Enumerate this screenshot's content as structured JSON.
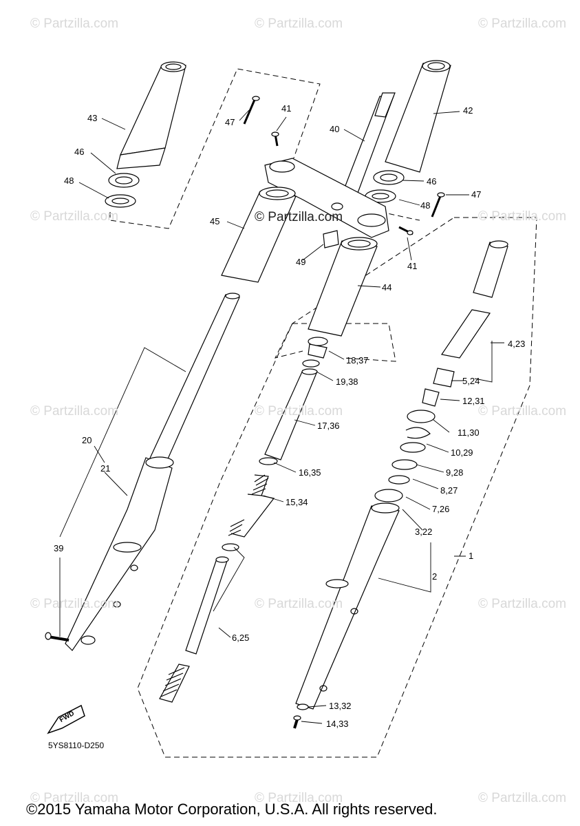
{
  "watermark": "© Partzilla.com",
  "center_watermark": "© Partzilla.com",
  "diagram_code": "5YS8110-D250",
  "fwd_label": "FWD",
  "copyright": "©2015 Yamaha Motor Corporation, U.S.A. All rights reserved.",
  "labels": [
    {
      "id": "43",
      "text": "43"
    },
    {
      "id": "46a",
      "text": "46"
    },
    {
      "id": "48a",
      "text": "48"
    },
    {
      "id": "47a",
      "text": "47"
    },
    {
      "id": "41a",
      "text": "41"
    },
    {
      "id": "40",
      "text": "40"
    },
    {
      "id": "42",
      "text": "42"
    },
    {
      "id": "46b",
      "text": "46"
    },
    {
      "id": "47b",
      "text": "47"
    },
    {
      "id": "48b",
      "text": "48"
    },
    {
      "id": "45",
      "text": "45"
    },
    {
      "id": "49",
      "text": "49"
    },
    {
      "id": "41b",
      "text": "41"
    },
    {
      "id": "44",
      "text": "44"
    },
    {
      "id": "4_23",
      "text": "4,23"
    },
    {
      "id": "18_37",
      "text": "18,37"
    },
    {
      "id": "5_24",
      "text": "5,24"
    },
    {
      "id": "19_38",
      "text": "19,38"
    },
    {
      "id": "12_31",
      "text": "12,31"
    },
    {
      "id": "17_36",
      "text": "17,36"
    },
    {
      "id": "11_30",
      "text": "11,30"
    },
    {
      "id": "10_29",
      "text": "10,29"
    },
    {
      "id": "20",
      "text": "20"
    },
    {
      "id": "21",
      "text": "21"
    },
    {
      "id": "16_35",
      "text": "16,35"
    },
    {
      "id": "9_28",
      "text": "9,28"
    },
    {
      "id": "8_27",
      "text": "8,27"
    },
    {
      "id": "15_34",
      "text": "15,34"
    },
    {
      "id": "7_26",
      "text": "7,26"
    },
    {
      "id": "3_22",
      "text": "3,22"
    },
    {
      "id": "39",
      "text": "39"
    },
    {
      "id": "1",
      "text": "1"
    },
    {
      "id": "2",
      "text": "2"
    },
    {
      "id": "6_25",
      "text": "6,25"
    },
    {
      "id": "13_32",
      "text": "13,32"
    },
    {
      "id": "14_33",
      "text": "14,33"
    }
  ]
}
